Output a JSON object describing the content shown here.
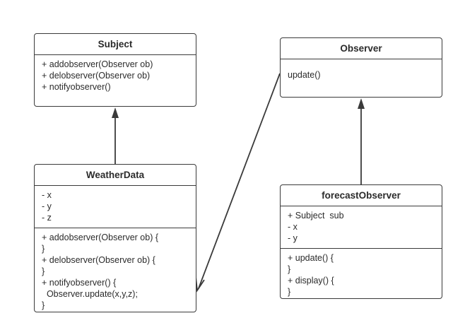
{
  "classes": {
    "subject": {
      "name": "Subject",
      "methods": [
        "+ addobserver(Observer ob)",
        "+ delobserver(Observer ob)",
        "+ notifyobserver()"
      ]
    },
    "observer": {
      "name": "Observer",
      "methods": [
        "update()"
      ]
    },
    "weatherdata": {
      "name": "WeatherData",
      "attributes": [
        "- x",
        "- y",
        "- z"
      ],
      "methods": [
        "+ addobserver(Observer ob) {",
        "}",
        "+ delobserver(Observer ob) {",
        "}",
        "+ notifyobserver() {",
        "  Observer.update(x,y,z);",
        "}"
      ]
    },
    "forecastobserver": {
      "name": "forecastObserver",
      "attributes": [
        "+ Subject  sub",
        "- x",
        "- y"
      ],
      "methods": [
        "+ update() {",
        "}",
        "+ display() {",
        "}"
      ]
    }
  },
  "relations": [
    {
      "from": "WeatherData",
      "to": "Subject",
      "type": "realization-arrow"
    },
    {
      "from": "forecastObserver",
      "to": "Observer",
      "type": "realization-arrow"
    },
    {
      "from": "Observer",
      "to": "WeatherData",
      "type": "association-arrow"
    }
  ]
}
